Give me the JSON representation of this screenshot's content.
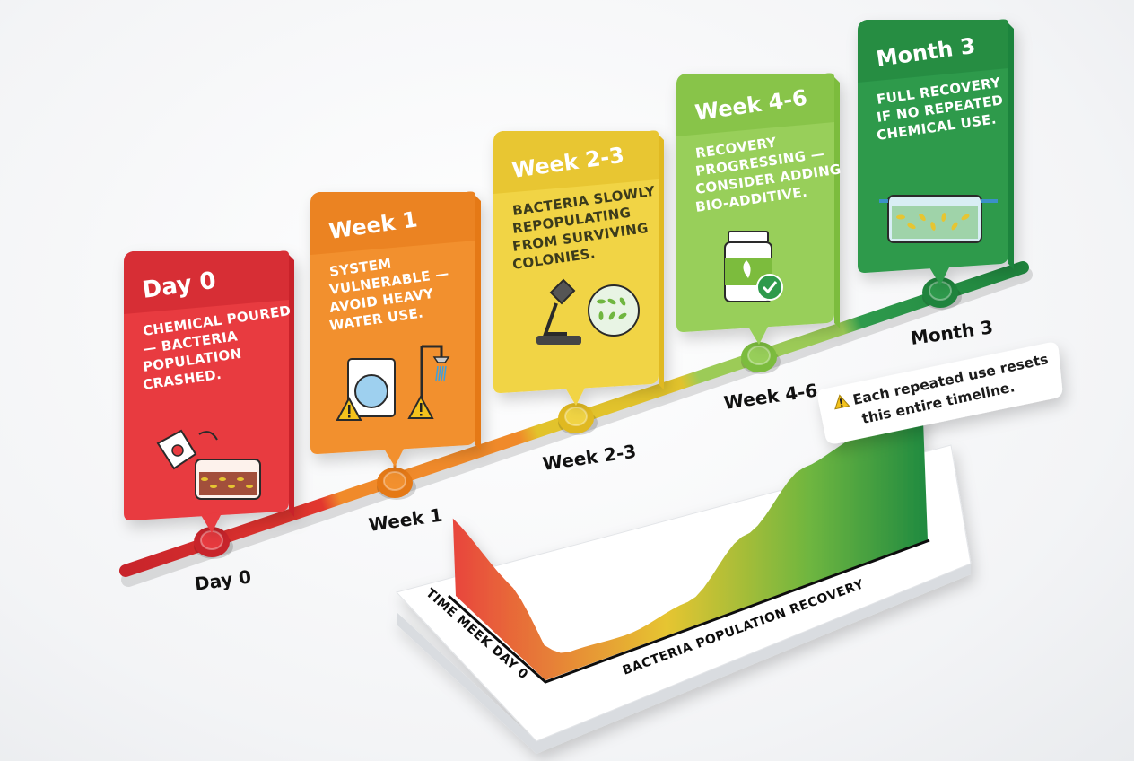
{
  "stages": [
    {
      "label": "Day 0",
      "title": "Day 0",
      "lines": [
        "CHEMICAL POURED",
        "— BACTERIA",
        "POPULATION",
        "CRASHED."
      ],
      "color": "#e83a3f",
      "dark": "#c8242b",
      "icon": "chemical-pour-icon"
    },
    {
      "label": "Week 1",
      "title": "Week 1",
      "lines": [
        "SYSTEM",
        "VULNERABLE —",
        "AVOID HEAVY",
        "WATER USE."
      ],
      "color": "#f2902e",
      "dark": "#e57916",
      "icon": "washer-shower-warning-icon"
    },
    {
      "label": "Week 2-3",
      "title": "Week 2-3",
      "lines": [
        "BACTERIA SLOWLY",
        "REPOPULATING",
        "FROM SURVIVING",
        "COLONIES."
      ],
      "color": "#f1d444",
      "dark": "#e0b921",
      "icon": "microscope-icon"
    },
    {
      "label": "Week 4-6",
      "title": "Week 4-6",
      "lines": [
        "RECOVERY",
        "PROGRESSING —",
        "CONSIDER ADDING",
        "BIO-ADDITIVE."
      ],
      "color": "#98cf5a",
      "dark": "#7cbc3e",
      "icon": "bio-additive-bottle-icon"
    },
    {
      "label": "Month 3",
      "title": "Month 3",
      "lines": [
        "FULL RECOVERY",
        "IF NO REPEATED",
        "CHEMICAL USE."
      ],
      "color": "#2e9a4c",
      "dark": "#1f843d",
      "icon": "healthy-tank-icon"
    }
  ],
  "note": {
    "icon": "warning-icon",
    "lines": [
      "Each repeated use resets",
      "this entire timeline."
    ]
  },
  "chart": {
    "y_axis_label": "TIME MEEK DAY 0",
    "x_axis_label": "BACTERIA POPULATION RECOVERY"
  },
  "chart_data": {
    "type": "area",
    "title": "",
    "xlabel": "BACTERIA POPULATION RECOVERY",
    "ylabel": "TIME MEEK DAY 0",
    "series": [
      {
        "values": [
          0.6,
          0.5,
          0.15,
          0.12,
          0.2,
          0.55,
          0.9,
          1.0,
          1.0
        ]
      }
    ],
    "x": [
      0,
      1,
      2,
      3,
      4,
      5,
      6,
      7,
      8
    ],
    "colors": [
      "#e8453c",
      "#e6c531",
      "#2a9a4a"
    ],
    "grid": false,
    "legend": "none"
  }
}
